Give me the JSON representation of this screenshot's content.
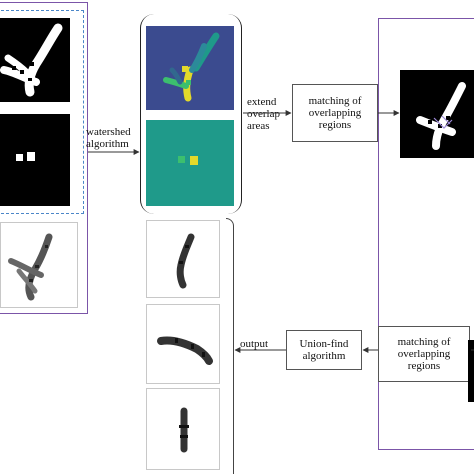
{
  "labels": {
    "watershed": [
      "watershed",
      "algorithm"
    ],
    "extend": [
      "extend",
      "overlap",
      "areas"
    ],
    "output": "output"
  },
  "boxes": {
    "matching_top": [
      "matching of",
      "overlapping",
      "regions"
    ],
    "matching_bottom": [
      "matching of",
      "overlapping",
      "regions"
    ],
    "union_find": [
      "Union-find",
      "algorithm"
    ]
  },
  "colors": {
    "purple_frame": "#7b55a8",
    "dashed_blue": "#4a86c8",
    "viridis_dark": "#3b4b8f",
    "viridis_teal": "#1f9a8a",
    "viridis_green": "#3cbf6e",
    "viridis_yellow": "#e3d92a"
  }
}
